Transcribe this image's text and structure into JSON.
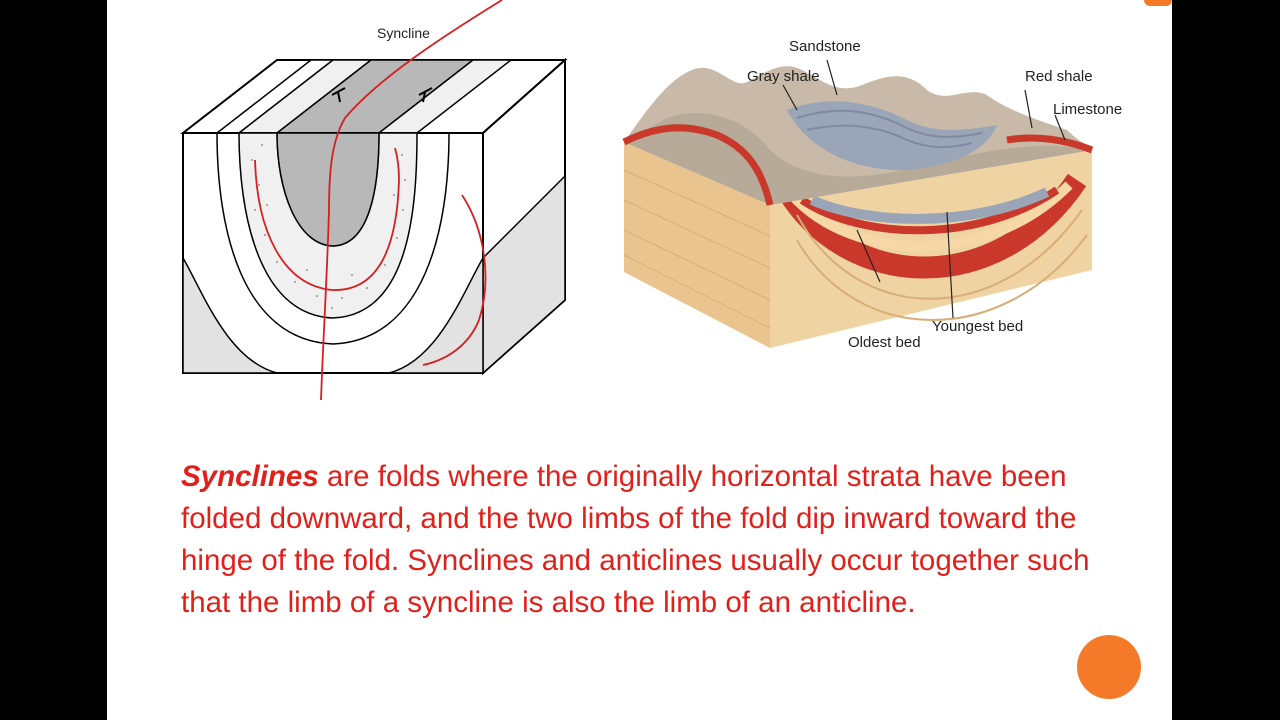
{
  "left_diagram": {
    "label": "Syncline"
  },
  "right_diagram": {
    "labels": {
      "sandstone": "Sandstone",
      "gray_shale": "Gray shale",
      "red_shale": "Red shale",
      "limestone": "Limestone",
      "oldest_bed": "Oldest bed",
      "youngest_bed": "Youngest bed"
    }
  },
  "caption": {
    "term": "Synclines",
    "text": " are folds where the originally horizontal strata have been folded downward, and the two limbs of the fold dip inward toward the hinge of the fold. Synclines and anticlines usually occur together such that the limb of a syncline is also the limb of an anticline."
  },
  "colors": {
    "caption_text": "#e0201a",
    "accent_orange": "#f47a2a",
    "annotation_red": "#d42020",
    "red_shale": "#c9382a",
    "limestone": "#e9c48f",
    "gray_shale": "#9aa6b8"
  }
}
